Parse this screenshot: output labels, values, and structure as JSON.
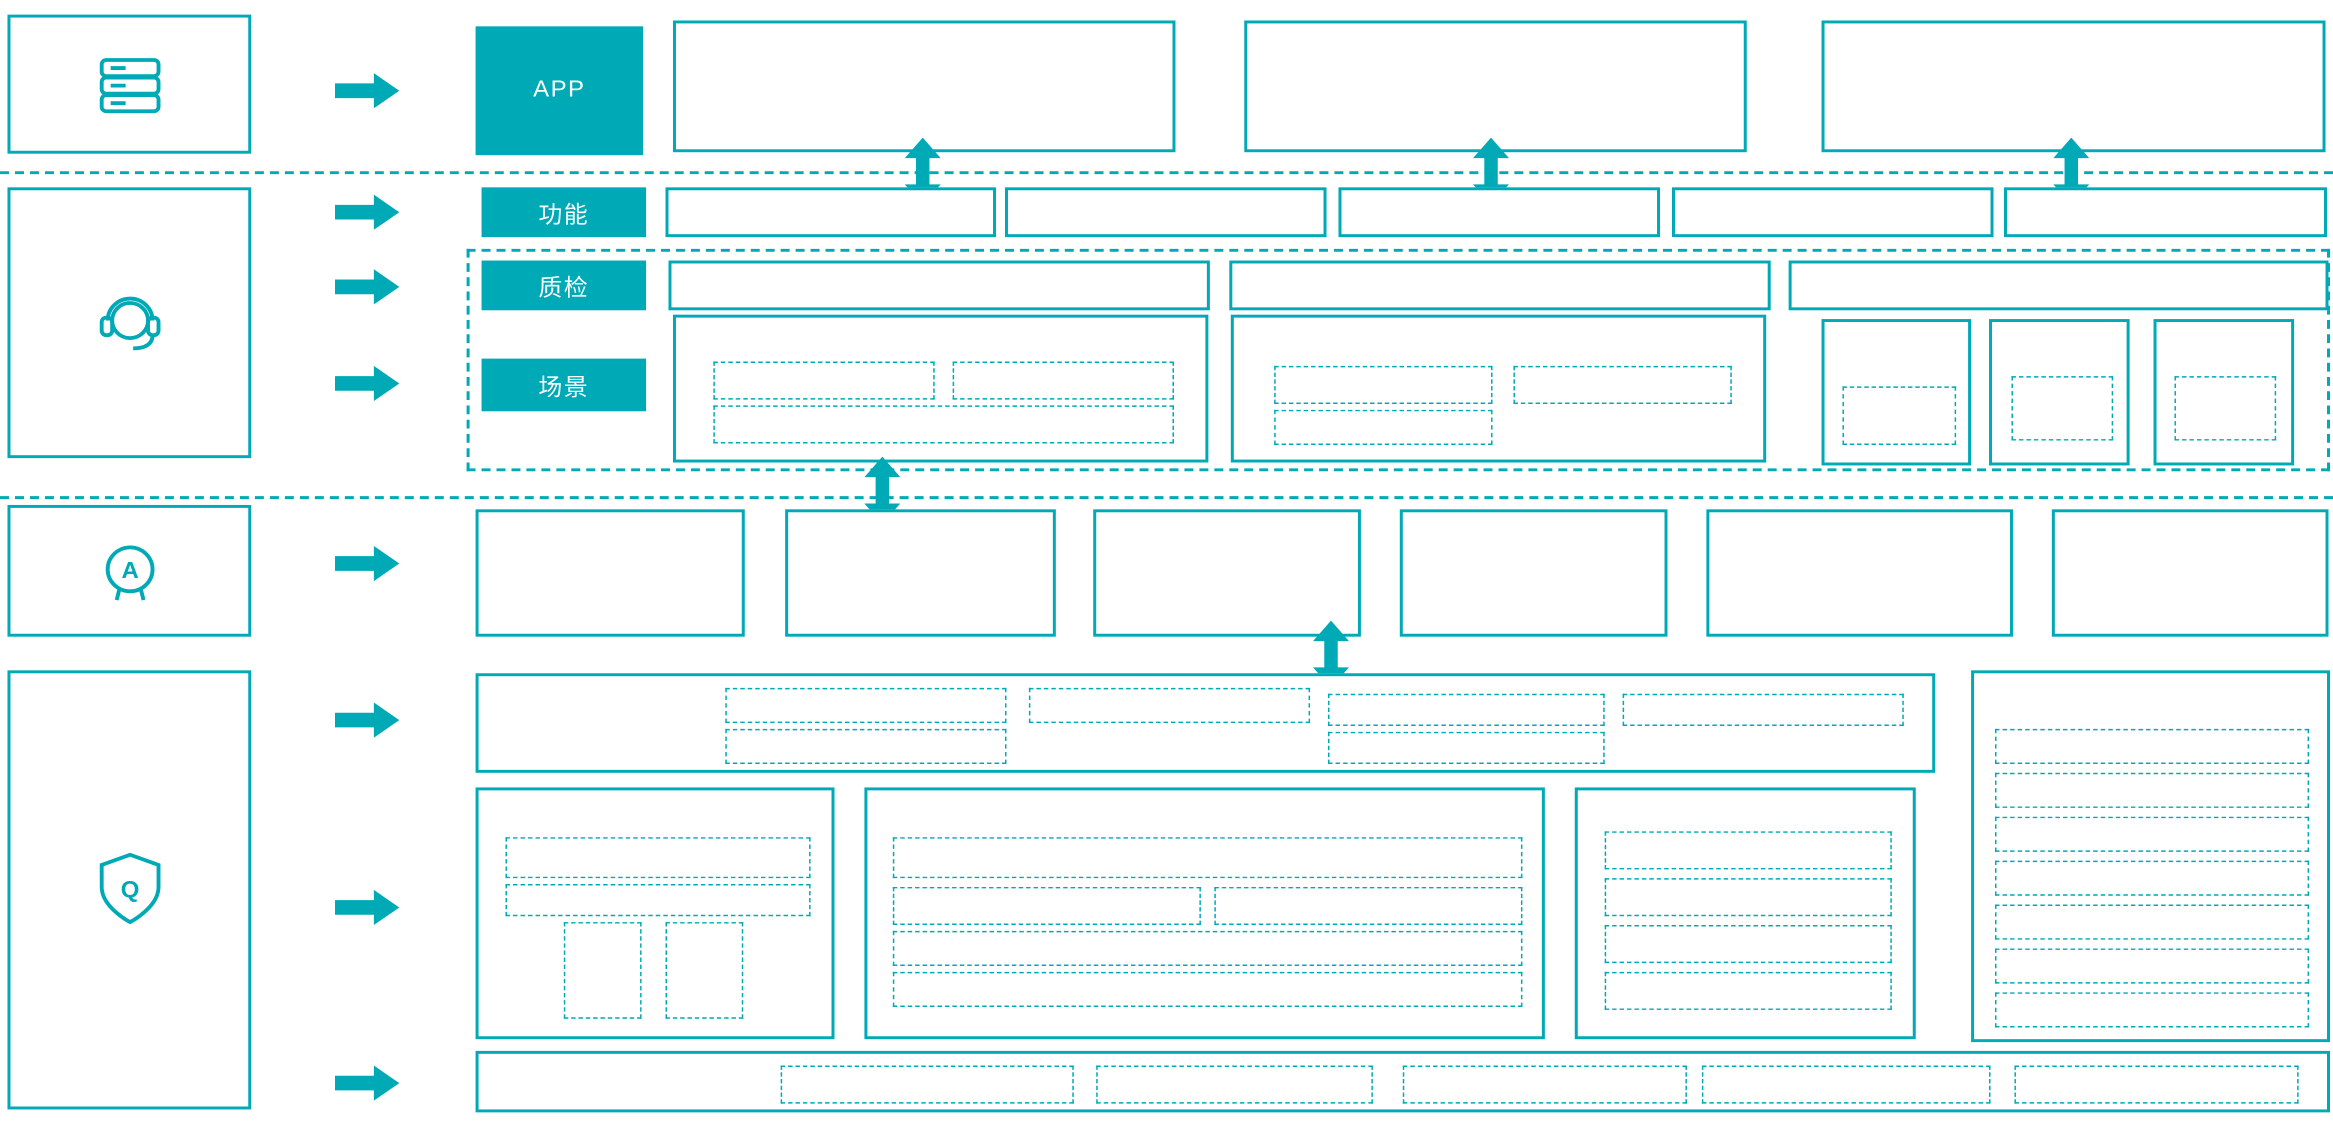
{
  "diagram": {
    "accent_color": "#00a9b6",
    "background": "#ffffff"
  },
  "labels": {
    "app": "APP",
    "function": "功能",
    "inspection": "质检",
    "scene": "场景"
  },
  "icons": {
    "server_stack": "server-stack-icon",
    "agent_headset": "agent-headset-icon",
    "ai_head": "ai-head-icon",
    "quality_shield": "quality-shield-icon",
    "ai_glyph": "A",
    "quality_glyph": "Q"
  }
}
